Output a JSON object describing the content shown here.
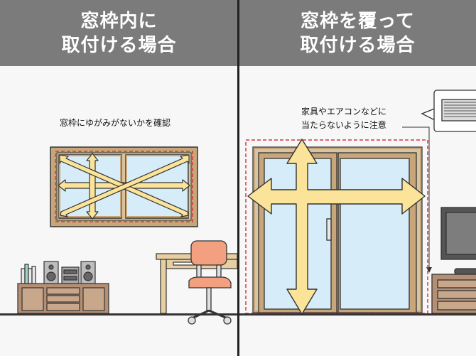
{
  "left": {
    "title_line1": "窓枠内に",
    "title_line2": "取付ける場合",
    "note": "窓枠にゆがみがないかを確認"
  },
  "right": {
    "title_line1": "窓枠を覆って",
    "title_line2": "取付ける場合",
    "note_line1": "家具やエアコンなどに",
    "note_line2": "当たらないように注意"
  },
  "colors": {
    "header": "#7b7b7b",
    "frame": "#c7a77a",
    "glass": "#d6ecf8",
    "arrow": "#fbe49a",
    "dashed": "#d9363e",
    "chair": "#f2a07f",
    "cabinet": "#b48f74"
  }
}
